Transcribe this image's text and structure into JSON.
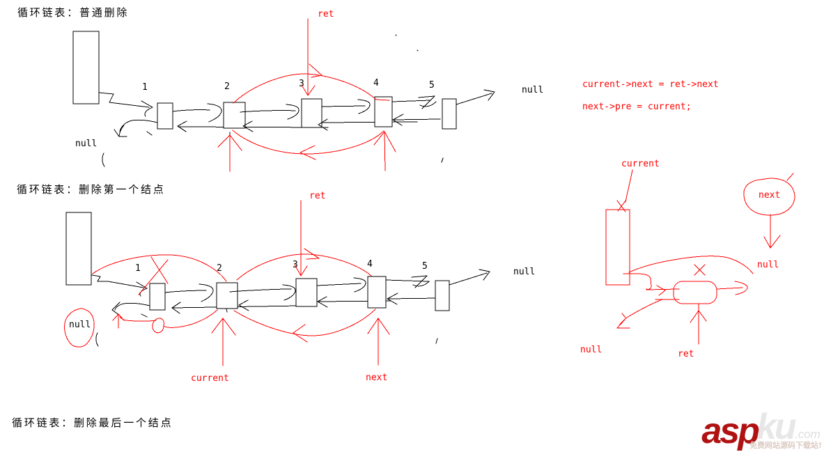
{
  "canvas": {
    "background": "#ffffff",
    "ink_color": "#000000",
    "accent_color": "#ff0000"
  },
  "sections": [
    {
      "title": "循环链表：普通删除",
      "nodes": [
        "1",
        "2",
        "3",
        "4",
        "5"
      ],
      "labels": {
        "ret": "ret",
        "null_head": "null",
        "null_tail": "null"
      }
    },
    {
      "title": "循环链表：删除第一个结点",
      "nodes": [
        "1",
        "2",
        "3",
        "4",
        "5"
      ],
      "labels": {
        "ret": "ret",
        "null_head": "null",
        "null_tail": "null",
        "current": "current",
        "next": "next"
      }
    },
    {
      "title": "循环链表：删除最后一个结点",
      "labels": {
        "current": "current",
        "next": "next",
        "null_next": "null",
        "null_prev": "null",
        "ret": "ret"
      }
    }
  ],
  "code": {
    "line1": "current->next = ret->next",
    "line2": "next->pre = current;"
  },
  "watermark": {
    "brand_primary": "asp",
    "brand_secondary": "ku",
    "tld": ".com",
    "tagline": "免费网站源码下载站!",
    "primary_color": "#b01212",
    "secondary_color": "#e7e7e7",
    "tld_color": "#dedede",
    "tagline_color": "#dccbc3"
  }
}
